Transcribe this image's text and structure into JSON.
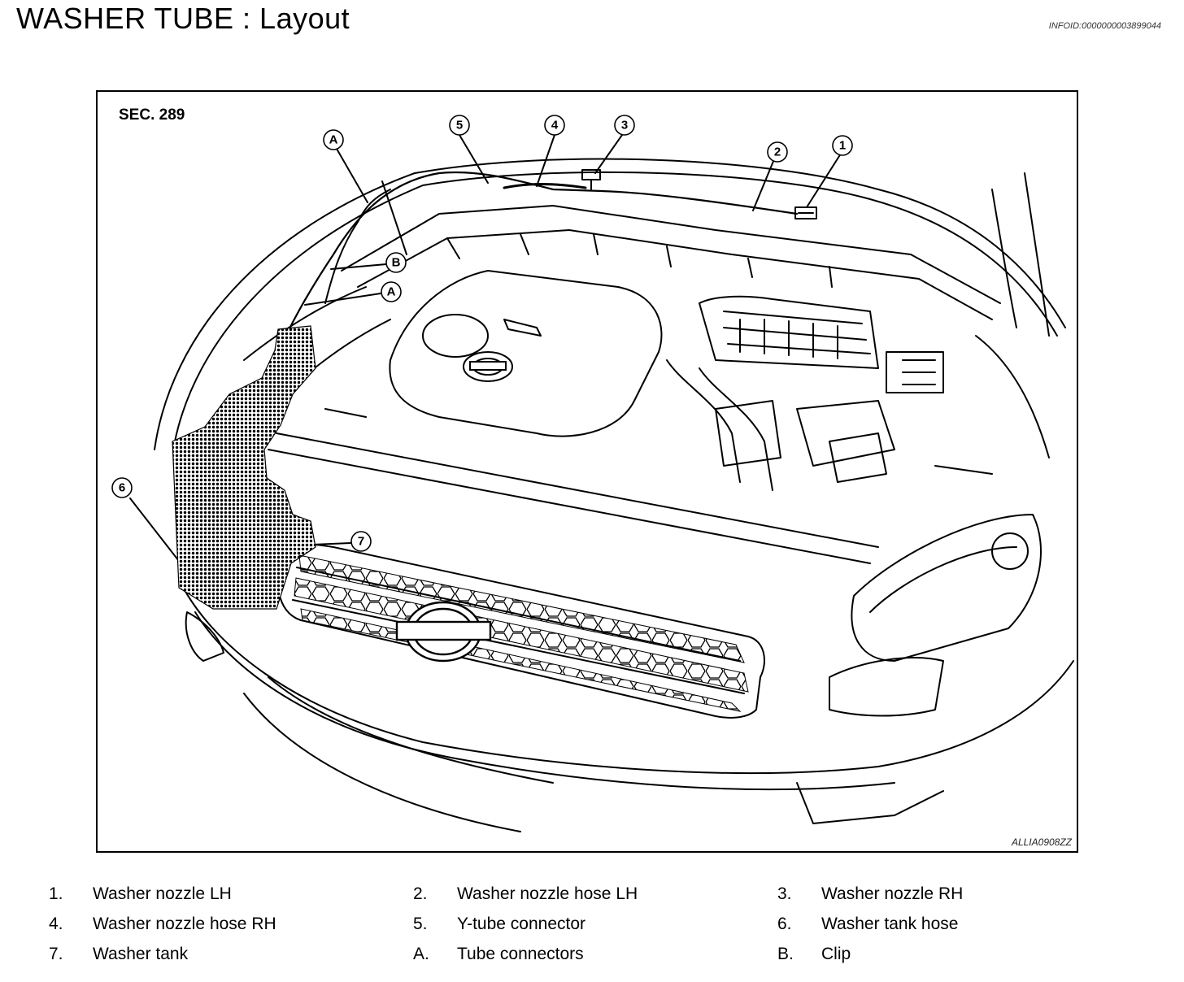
{
  "header": {
    "title": "WASHER TUBE : Layout",
    "info_id": "INFOID:0000000003899044"
  },
  "figure": {
    "section_label": "SEC. 289",
    "figure_id": "ALLIA0908ZZ",
    "callouts": [
      "1",
      "2",
      "3",
      "4",
      "5",
      "6",
      "7",
      "A",
      "B",
      "A"
    ]
  },
  "legend": {
    "items": [
      {
        "num": "1.",
        "text": "Washer nozzle LH"
      },
      {
        "num": "2.",
        "text": "Washer nozzle hose LH"
      },
      {
        "num": "3.",
        "text": "Washer nozzle RH"
      },
      {
        "num": "4.",
        "text": "Washer nozzle hose RH"
      },
      {
        "num": "5.",
        "text": "Y-tube connector"
      },
      {
        "num": "6.",
        "text": "Washer tank hose"
      },
      {
        "num": "7.",
        "text": "Washer tank"
      },
      {
        "num": "A.",
        "text": "Tube connectors"
      },
      {
        "num": "B.",
        "text": "Clip"
      }
    ]
  }
}
